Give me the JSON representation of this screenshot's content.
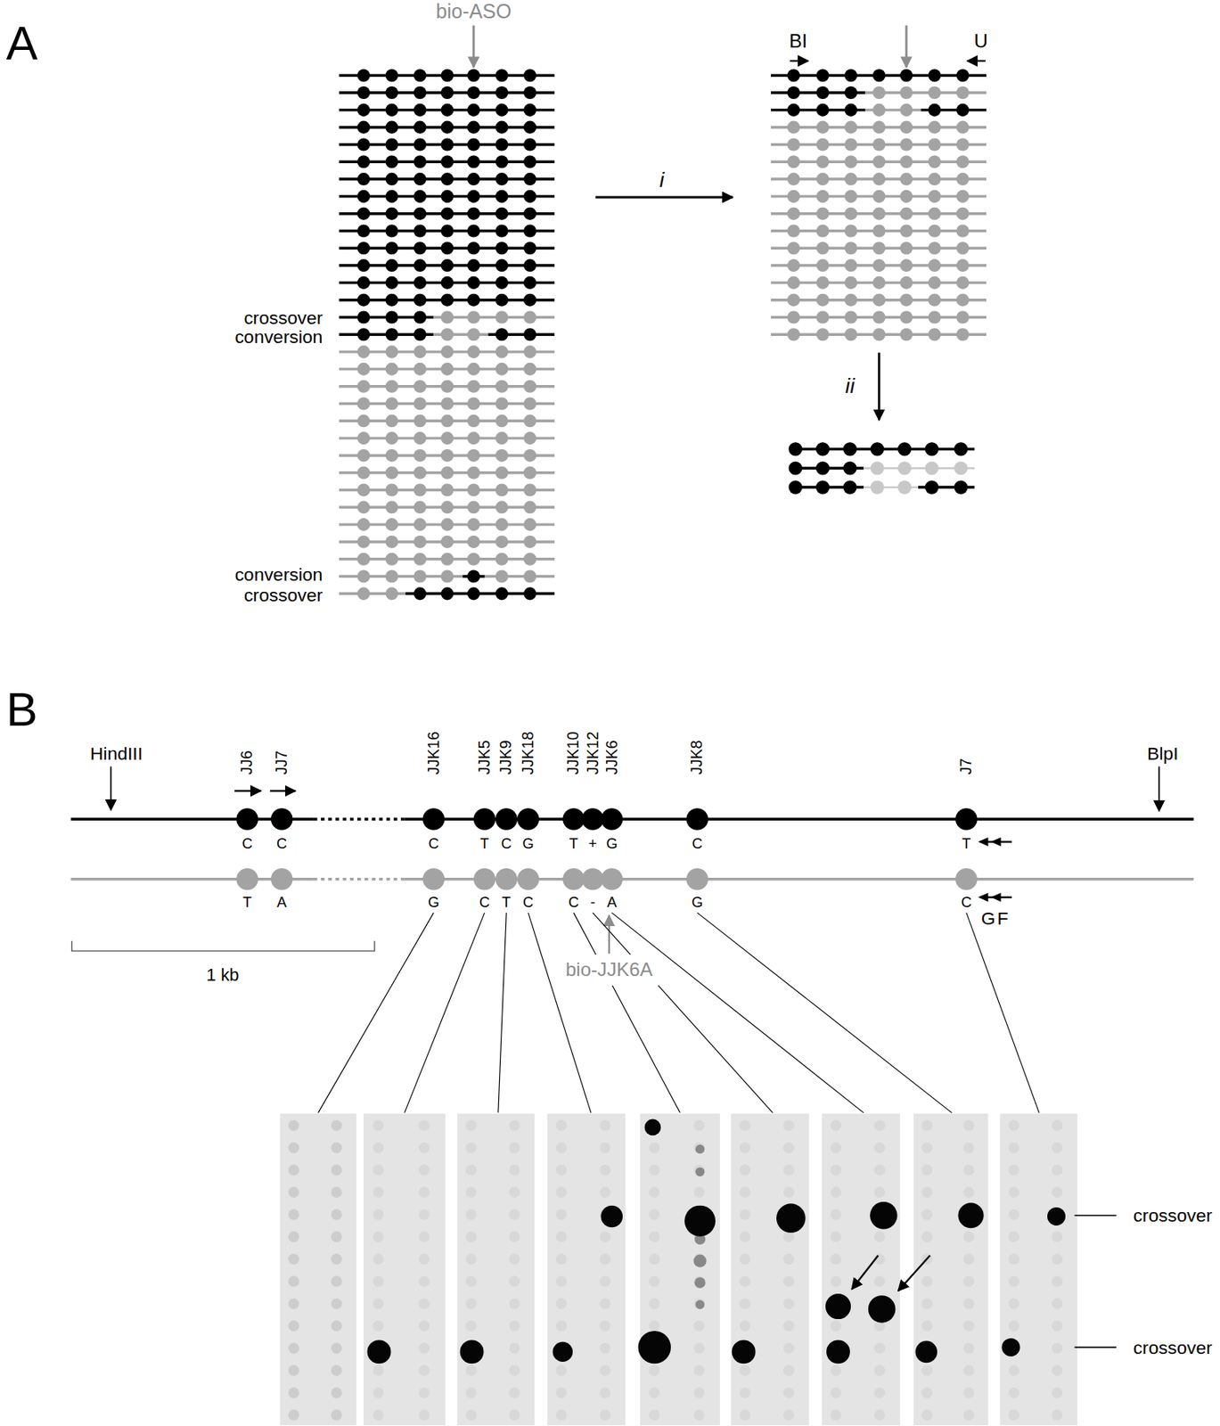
{
  "diagram": {
    "labels": [
      "A",
      "bio-ASO",
      "crossover",
      "conversion",
      "conversion",
      "crossover",
      "BI",
      "U",
      "i",
      "ii",
      "B",
      "HindIII",
      "JJ6",
      "JJ7",
      "JJK16",
      "JJK5",
      "JJK9",
      "JJK18",
      "JJK10",
      "JJK12",
      "JJK6",
      "JJK8",
      "J7",
      "BlpI",
      "C",
      "C",
      "C",
      "T",
      "C",
      "G",
      "T",
      "+",
      "G",
      "C",
      "T",
      "T",
      "A",
      "G",
      "C",
      "T",
      "C",
      "C",
      "-",
      "A",
      "G",
      "C",
      "G",
      "F",
      "1 kb",
      "bio-JJK6A",
      "crossover",
      "crossover"
    ]
  }
}
